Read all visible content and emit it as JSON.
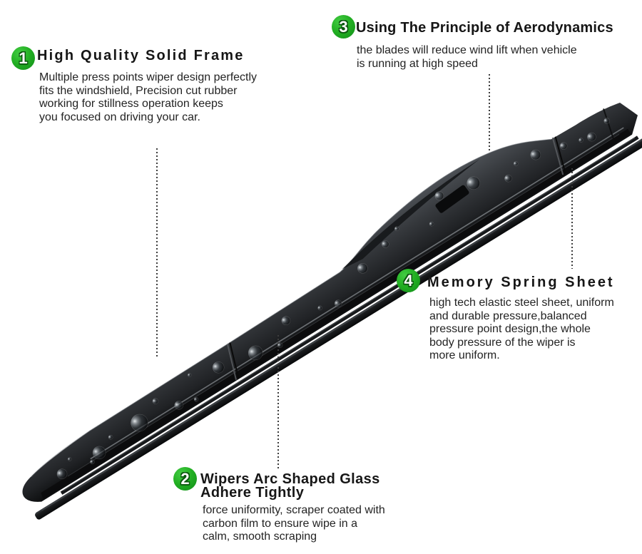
{
  "page": {
    "background_color": "#ffffff",
    "accent_color": "#23b023",
    "text_color": "#1c1c1c"
  },
  "product_image": {
    "label": "hybrid-wiper-blade-with-water-droplets",
    "frame_color": "#33373b",
    "rubber_color": "#0d0e10"
  },
  "callouts": [
    {
      "number": "1",
      "title": "High Quality Solid Frame",
      "body": "Multiple press points wiper design perfectly\nfits the windshield, Precision cut rubber\nworking for stillness operation keeps\nyou focused on driving your car."
    },
    {
      "number": "2",
      "title": "Wipers Arc Shaped Glass\nAdhere Tightly",
      "body": "force uniformity, scraper coated with\ncarbon film to ensure wipe in a\ncalm, smooth scraping"
    },
    {
      "number": "3",
      "title": "Using The Principle of Aerodynamics",
      "body": "the blades will reduce wind lift when vehicle\nis running at high speed"
    },
    {
      "number": "4",
      "title": "Memory Spring Sheet",
      "body": "high tech elastic steel sheet, uniform\nand durable pressure,balanced\npressure point design,the whole\nbody pressure of the wiper is\nmore uniform."
    }
  ]
}
